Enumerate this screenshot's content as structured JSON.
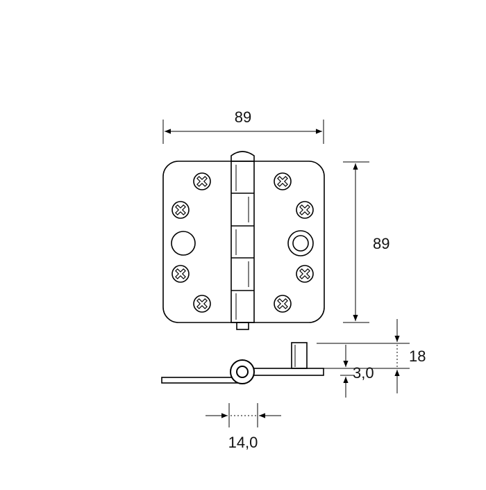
{
  "dimensions": {
    "top_width": "89",
    "right_height": "89",
    "side_height": "18",
    "plate_thickness": "3,0",
    "knuckle_diameter": "14,0"
  },
  "colors": {
    "line": "#000000",
    "background": "#ffffff"
  }
}
